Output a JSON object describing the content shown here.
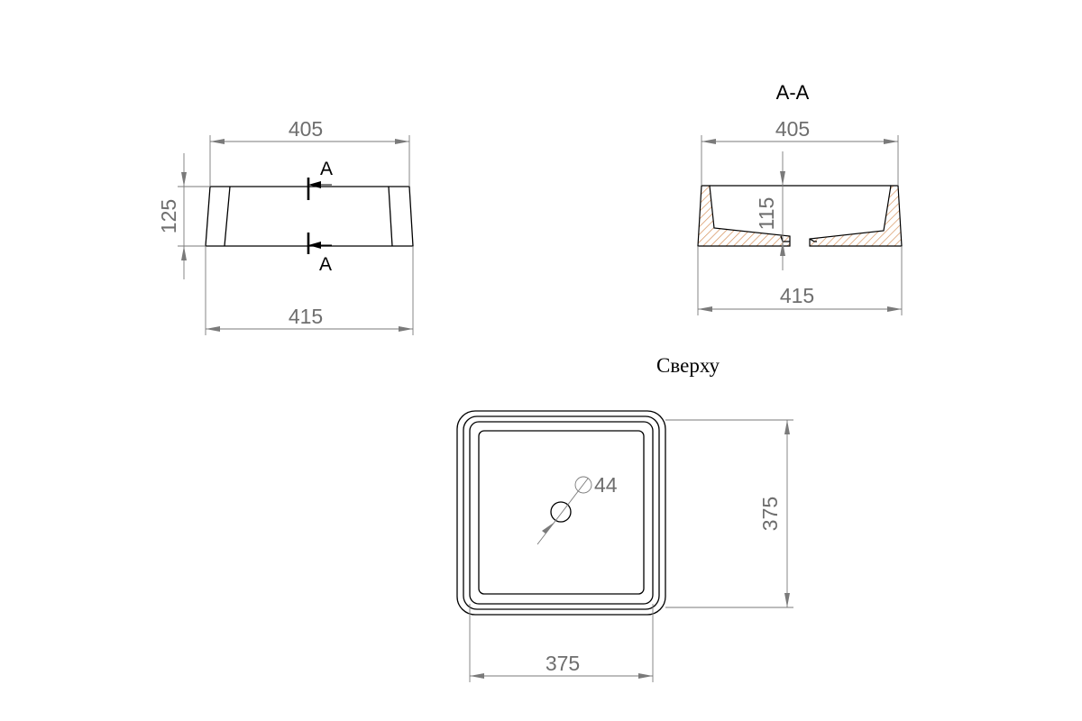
{
  "front_view": {
    "dim_top_width": "405",
    "dim_bottom_width": "415",
    "dim_height": "125",
    "section_mark_top": "A",
    "section_mark_bottom": "A"
  },
  "section_view": {
    "title": "A-A",
    "dim_top_width": "405",
    "dim_bottom_width": "415",
    "dim_depth": "115"
  },
  "top_view": {
    "title": "Сверху",
    "dim_width": "375",
    "dim_height": "375",
    "dim_drain": "44"
  },
  "colors": {
    "outline": "#000000",
    "dimension": "#7a7a7a",
    "hatch": "#d6925c"
  }
}
